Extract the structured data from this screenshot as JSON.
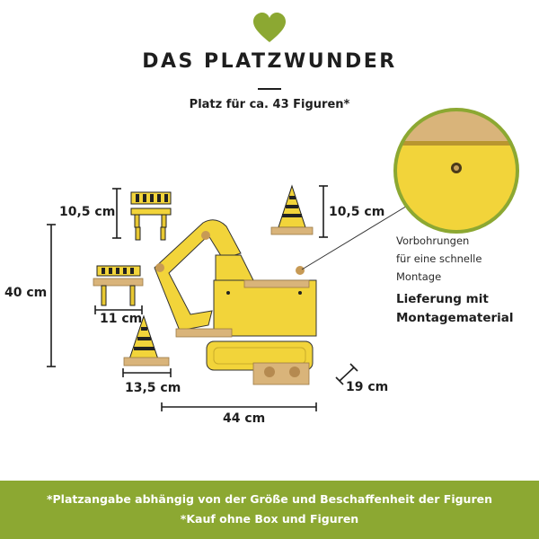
{
  "header": {
    "title": "DAS PLATZWUNDER",
    "subtitle": "Platz für ca. 43 Figuren*"
  },
  "dimensions": {
    "height_total": "40 cm",
    "barrier_top_height": "10,5 cm",
    "cone_top_height": "10,5 cm",
    "barrier_mid_width": "11 cm",
    "cone_bottom_width": "13,5 cm",
    "shelf_width": "44 cm",
    "shelf_depth": "19 cm"
  },
  "info": {
    "line1": "Vorbohrungen",
    "line2": "für eine schnelle",
    "line3": "Montage",
    "bold1": "Lieferung mit",
    "bold2": "Montagematerial"
  },
  "footer": {
    "line1": "*Platzangabe abhängig von der Größe und Beschaffenheit der Figuren",
    "line2": "*Kauf ohne Box und Figuren"
  },
  "colors": {
    "accent_green": "#8ca832",
    "product_yellow": "#f2d43a",
    "wood": "#d9b47a",
    "text": "#1e1e1e"
  },
  "icons": [
    "heart-icon"
  ]
}
